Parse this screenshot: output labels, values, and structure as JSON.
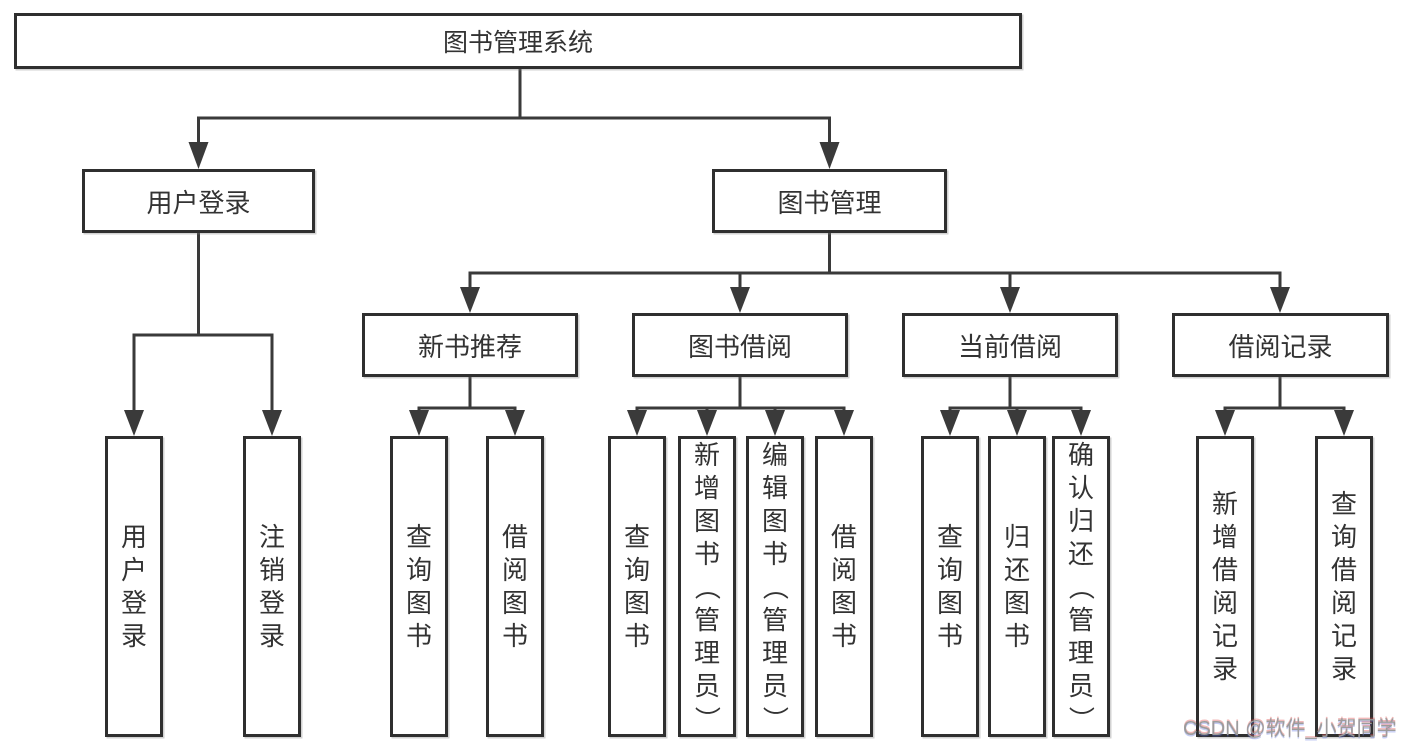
{
  "root": {
    "label": "图书管理系统"
  },
  "branches": [
    {
      "label": "用户登录",
      "children": [
        {
          "label": "用户登录"
        },
        {
          "label": "注销登录"
        }
      ]
    },
    {
      "label": "图书管理",
      "children": [
        {
          "label": "新书推荐",
          "children": [
            {
              "label": "查询图书"
            },
            {
              "label": "借阅图书"
            }
          ]
        },
        {
          "label": "图书借阅",
          "children": [
            {
              "label": "查询图书"
            },
            {
              "label": "新增图书（管理员）"
            },
            {
              "label": "编辑图书（管理员）"
            },
            {
              "label": "借阅图书"
            }
          ]
        },
        {
          "label": "当前借阅",
          "children": [
            {
              "label": "查询图书"
            },
            {
              "label": "归还图书"
            },
            {
              "label": "确认归还（管理员）"
            }
          ]
        },
        {
          "label": "借阅记录",
          "children": [
            {
              "label": "新增借阅记录"
            },
            {
              "label": "查询借阅记录"
            }
          ]
        }
      ]
    }
  ],
  "watermark": "CSDN @软件_小贺同学",
  "colors": {
    "line": "#3a3a3a",
    "border": "#2f2f2f",
    "text": "#333333",
    "watermark": "#9c9c9c",
    "background": "#ffffff"
  }
}
